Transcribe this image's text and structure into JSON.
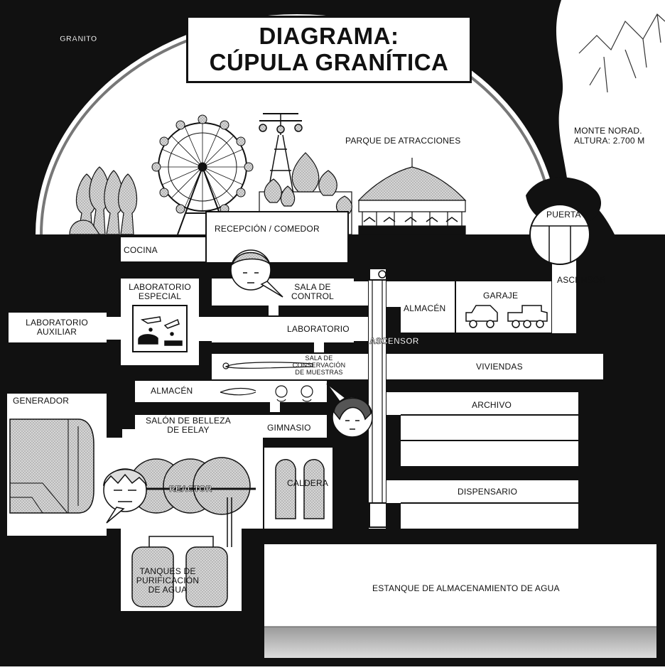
{
  "title": {
    "line1": "DIAGRAMA:",
    "line2": "CÚPULA GRANÍTICA"
  },
  "labels": {
    "granito": "GRANITO",
    "parque": "PARQUE DE ATRACCIONES",
    "monte_1": "MONTE NORAD.",
    "monte_2": "ALTURA: 2.700 M",
    "puerta": "PUERTA",
    "recepcion": "RECEPCIÓN / COMEDOR",
    "cocina": "COCINA",
    "lab_especial_1": "LABORATORIO",
    "lab_especial_2": "ESPECIAL",
    "sala_control_1": "SALA DE",
    "sala_control_2": "CONTROL",
    "ascensor_right": "ASCENSOR",
    "almacen_right": "ALMACÉN",
    "garaje": "GARAJE",
    "lab_auxiliar_1": "LABORATORIO",
    "lab_auxiliar_2": "AUXILIAR",
    "laboratorio": "LABORATORIO",
    "ascensor_center": "ASCENSOR",
    "conservacion_1": "SALA DE",
    "conservacion_2": "CONSERVACIÓN",
    "conservacion_3": "DE MUESTRAS",
    "viviendas": "VIVIENDAS",
    "almacen_left": "ALMACÉN",
    "generador": "GENERADOR",
    "archivo": "ARCHIVO",
    "salon_1": "SALÓN DE BELLEZA",
    "salon_2": "DE EELAY",
    "gimnasio": "GIMNASIO",
    "reactor": "REACTOR",
    "caldera": "CALDERA",
    "dispensario": "DISPENSARIO",
    "tanques_1": "TANQUES DE",
    "tanques_2": "PURIFICACIÓN",
    "tanques_3": "DE AGUA",
    "estanque": "ESTANQUE DE ALMACENAMIENTO DE AGUA"
  },
  "colors": {
    "rock": "#111111",
    "room": "#ffffff",
    "shade": "#c8c8c8"
  }
}
